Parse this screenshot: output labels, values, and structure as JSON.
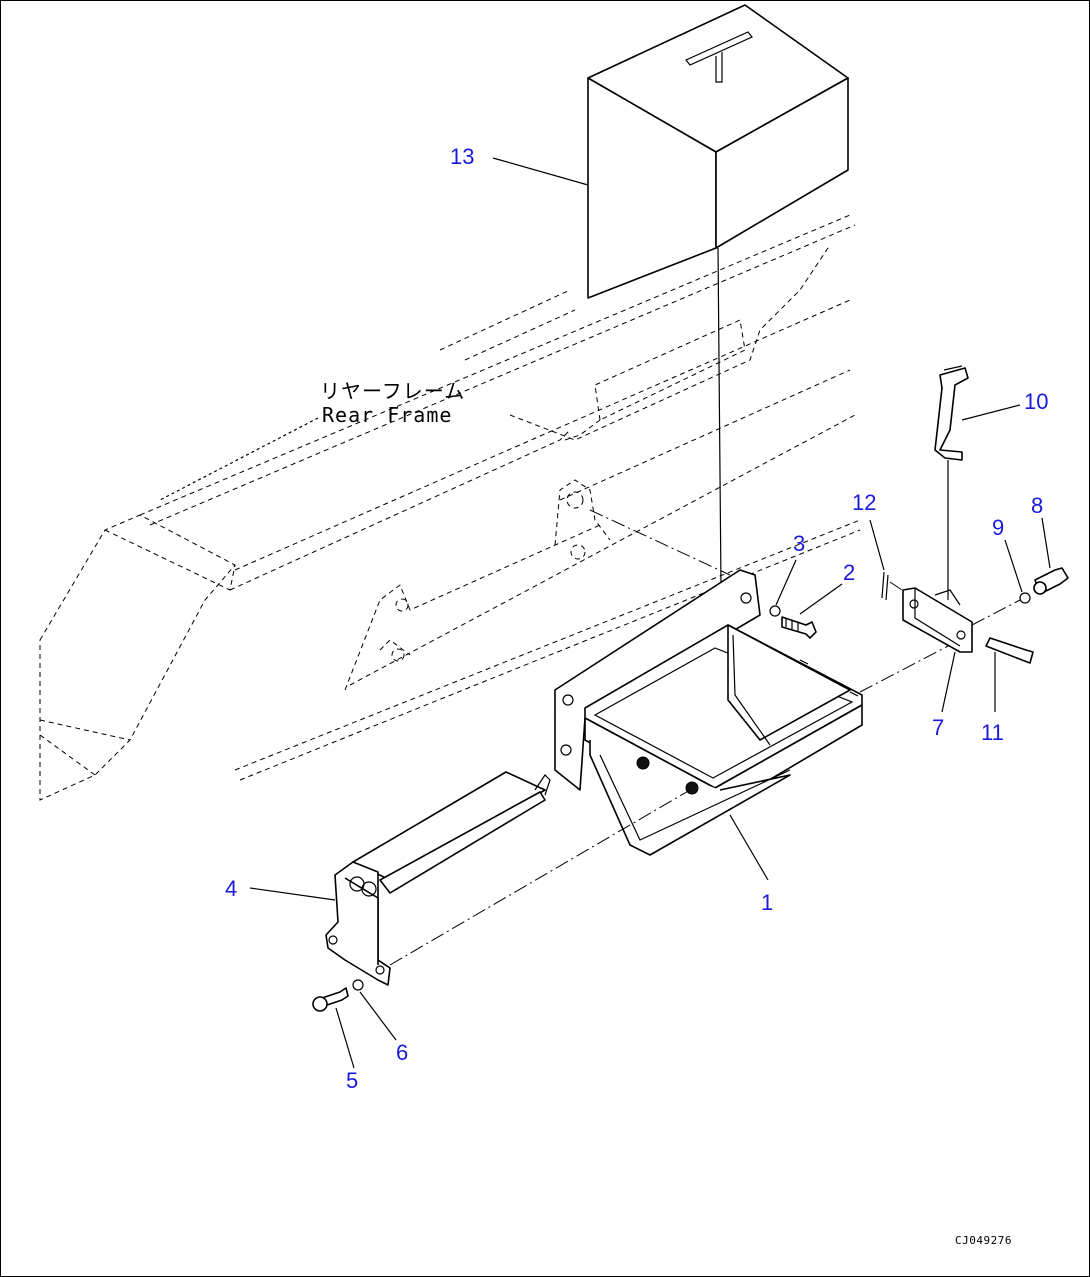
{
  "diagram": {
    "frame_label_jp": "リヤーフレーム",
    "frame_label_en": "Rear Frame",
    "drawing_code": "CJ049276",
    "callouts": [
      "1",
      "2",
      "3",
      "4",
      "5",
      "6",
      "7",
      "8",
      "9",
      "10",
      "11",
      "12",
      "13"
    ]
  },
  "colors": {
    "callout": "#1a1adc",
    "line": "#000000",
    "background": "#ffffff"
  }
}
